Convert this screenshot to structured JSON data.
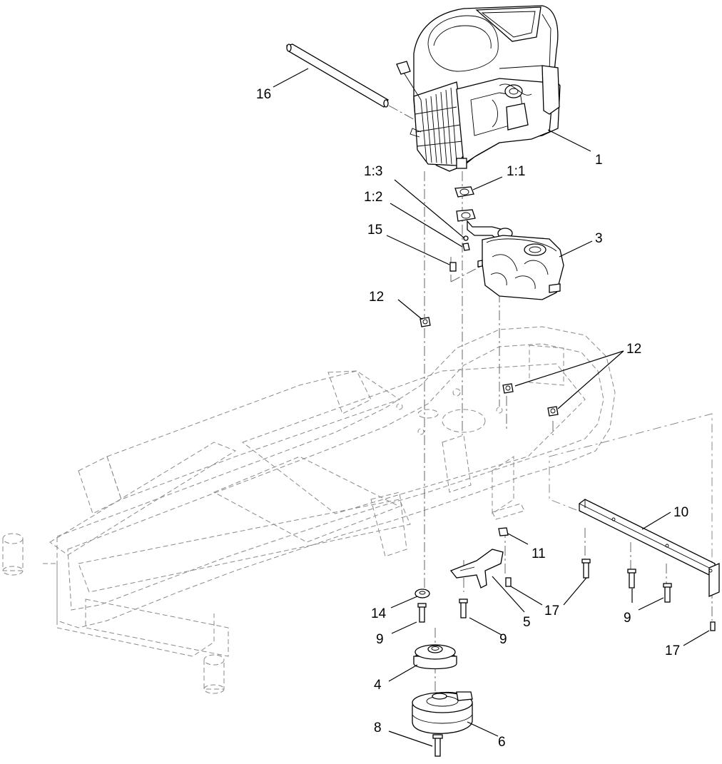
{
  "callouts": {
    "c1": "1",
    "c1_1": "1:1",
    "c1_2": "1:2",
    "c1_3": "1:3",
    "c3": "3",
    "c4": "4",
    "c5": "5",
    "c6": "6",
    "c8": "8",
    "c9_a": "9",
    "c9_b": "9",
    "c9_c": "9",
    "c10": "10",
    "c11": "11",
    "c12_a": "12",
    "c12_b": "12",
    "c14": "14",
    "c15": "15",
    "c16": "16",
    "c17_a": "17",
    "c17_b": "17"
  }
}
